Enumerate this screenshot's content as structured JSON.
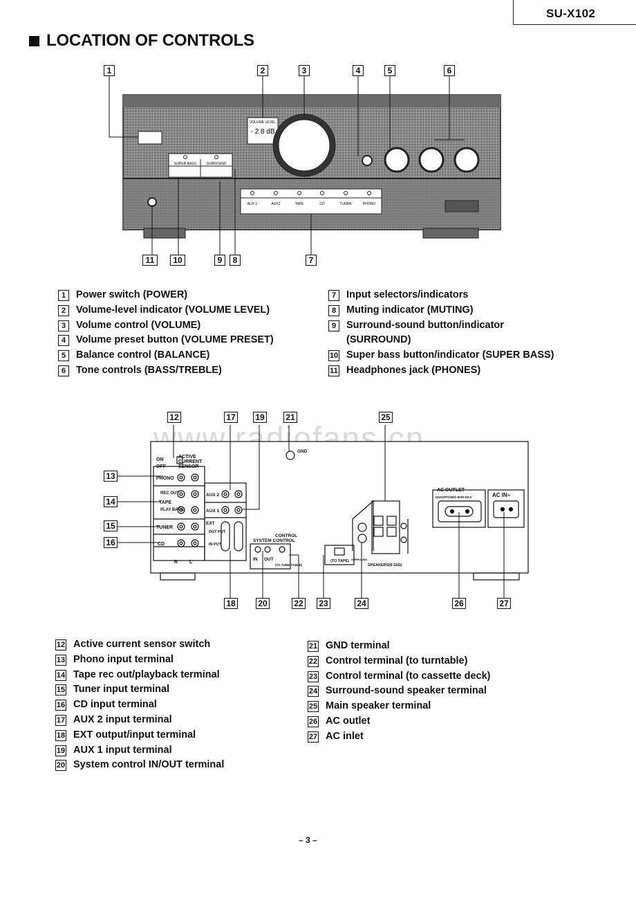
{
  "header": {
    "model": "SU-X102"
  },
  "section": {
    "title": "LOCATION OF CONTROLS"
  },
  "front_panel": {
    "display_label": "VOLUME LEVEL",
    "display_value": "- 2 8 dB",
    "buttons": [
      "SUPER BASS",
      "SURROUND"
    ],
    "inputs": [
      "AUX 1",
      "AUX2",
      "TAPE",
      "CD",
      "TUNER",
      "PHONO"
    ],
    "callouts": [
      "1",
      "2",
      "3",
      "4",
      "5",
      "6",
      "11",
      "10",
      "9",
      "8",
      "7"
    ]
  },
  "front_legend_left": [
    {
      "num": "1",
      "text": "Power switch (POWER)"
    },
    {
      "num": "2",
      "text": "Volume-level indicator (VOLUME LEVEL)"
    },
    {
      "num": "3",
      "text": "Volume control (VOLUME)"
    },
    {
      "num": "4",
      "text": "Volume preset button (VOLUME PRESET)"
    },
    {
      "num": "5",
      "text": "Balance control (BALANCE)"
    },
    {
      "num": "6",
      "text": "Tone controls (BASS/TREBLE)"
    }
  ],
  "front_legend_right": [
    {
      "num": "7",
      "text": "Input selectors/indicators"
    },
    {
      "num": "8",
      "text": "Muting indicator (MUTING)"
    },
    {
      "num": "9",
      "text": "Surround-sound button/indicator",
      "cont": "(SURROUND)"
    },
    {
      "num": "10",
      "text": "Super bass button/indicator (SUPER BASS)"
    },
    {
      "num": "11",
      "text": "Headphones jack (PHONES)"
    }
  ],
  "rear_panel": {
    "labels": {
      "on": "ON",
      "off": "OFF",
      "active": "ACTIVE",
      "current": "CURRENT",
      "sensor": "SENSOR",
      "phono": "PHONO",
      "tape": "TAPE",
      "rec_out": "REC OUT",
      "play_back": "PLAY BACK",
      "tuner": "TUNER",
      "cd": "CD",
      "aux2": "AUX 2",
      "aux1": "AUX 1",
      "ext": "EXT",
      "output": "OUT PUT",
      "input": "IN PUT",
      "system_control": "SYSTEM CONTROL",
      "control": "CONTROL",
      "in": "IN",
      "out": "OUT",
      "to_turntable": "(TO TURN-TABLE)",
      "to_tape": "(TO TAPE)",
      "gnd": "GND",
      "ac_outlet": "AC OUTLET",
      "unswitched": "UNSWITCHED 60W MAX",
      "ac_in": "AC IN~",
      "speakers": "SPEAKERS(8-16Ω)",
      "surround": "SURROUND",
      "r": "R",
      "l": "L"
    },
    "callouts": [
      "12",
      "17",
      "19",
      "21",
      "25",
      "13",
      "14",
      "15",
      "16",
      "18",
      "20",
      "22",
      "23",
      "24",
      "26",
      "27"
    ]
  },
  "rear_legend_left": [
    {
      "num": "12",
      "text": "Active current sensor switch"
    },
    {
      "num": "13",
      "text": "Phono input terminal"
    },
    {
      "num": "14",
      "text": "Tape rec out/playback terminal"
    },
    {
      "num": "15",
      "text": "Tuner input terminal"
    },
    {
      "num": "16",
      "text": "CD input terminal"
    },
    {
      "num": "17",
      "text": "AUX 2 input terminal"
    },
    {
      "num": "18",
      "text": "EXT output/input terminal"
    },
    {
      "num": "19",
      "text": "AUX 1 input terminal"
    },
    {
      "num": "20",
      "text": "System control IN/OUT terminal"
    }
  ],
  "rear_legend_right": [
    {
      "num": "21",
      "text": "GND terminal"
    },
    {
      "num": "22",
      "text": "Control terminal (to turntable)"
    },
    {
      "num": "23",
      "text": "Control terminal (to cassette deck)"
    },
    {
      "num": "24",
      "text": "Surround-sound speaker terminal"
    },
    {
      "num": "25",
      "text": "Main speaker terminal"
    },
    {
      "num": "26",
      "text": "AC outlet"
    },
    {
      "num": "27",
      "text": "AC inlet"
    }
  ],
  "watermark": "www.radiofans.cn",
  "footer": {
    "page": "– 3 –"
  }
}
